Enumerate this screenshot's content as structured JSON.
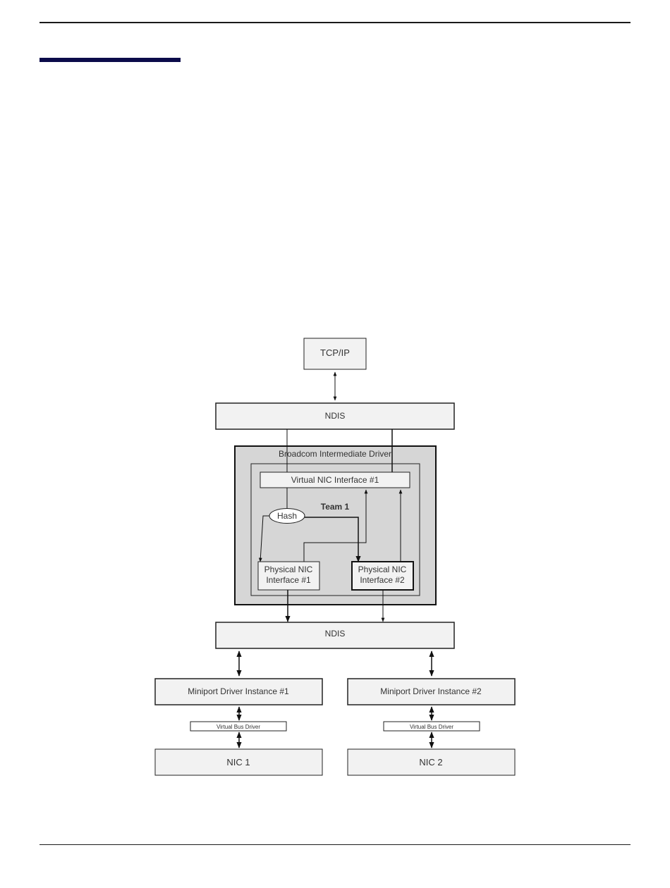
{
  "diagram": {
    "tcpip": "TCP/IP",
    "ndis_top": "NDIS",
    "intermediate_driver": "Broadcom Intermediate Driver",
    "virtual_nic": "Virtual NIC Interface #1",
    "team": "Team 1",
    "hash": "Hash",
    "physical_nic_1": [
      "Physical NIC",
      "Interface #1"
    ],
    "physical_nic_2": [
      "Physical NIC",
      "Interface #2"
    ],
    "ndis_bottom": "NDIS",
    "miniport_1": "Miniport Driver Instance #1",
    "miniport_2": "Miniport Driver Instance #2",
    "virtual_bus_1": "Virtual Bus Driver",
    "virtual_bus_2": "Virtual Bus Driver",
    "nic_1": "NIC 1",
    "nic_2": "NIC 2"
  },
  "colors": {
    "box_fill": "#f2f2f2",
    "driver_fill": "#d6d6d6",
    "accent_bar": "#0b0b4a",
    "line": "#111111"
  }
}
